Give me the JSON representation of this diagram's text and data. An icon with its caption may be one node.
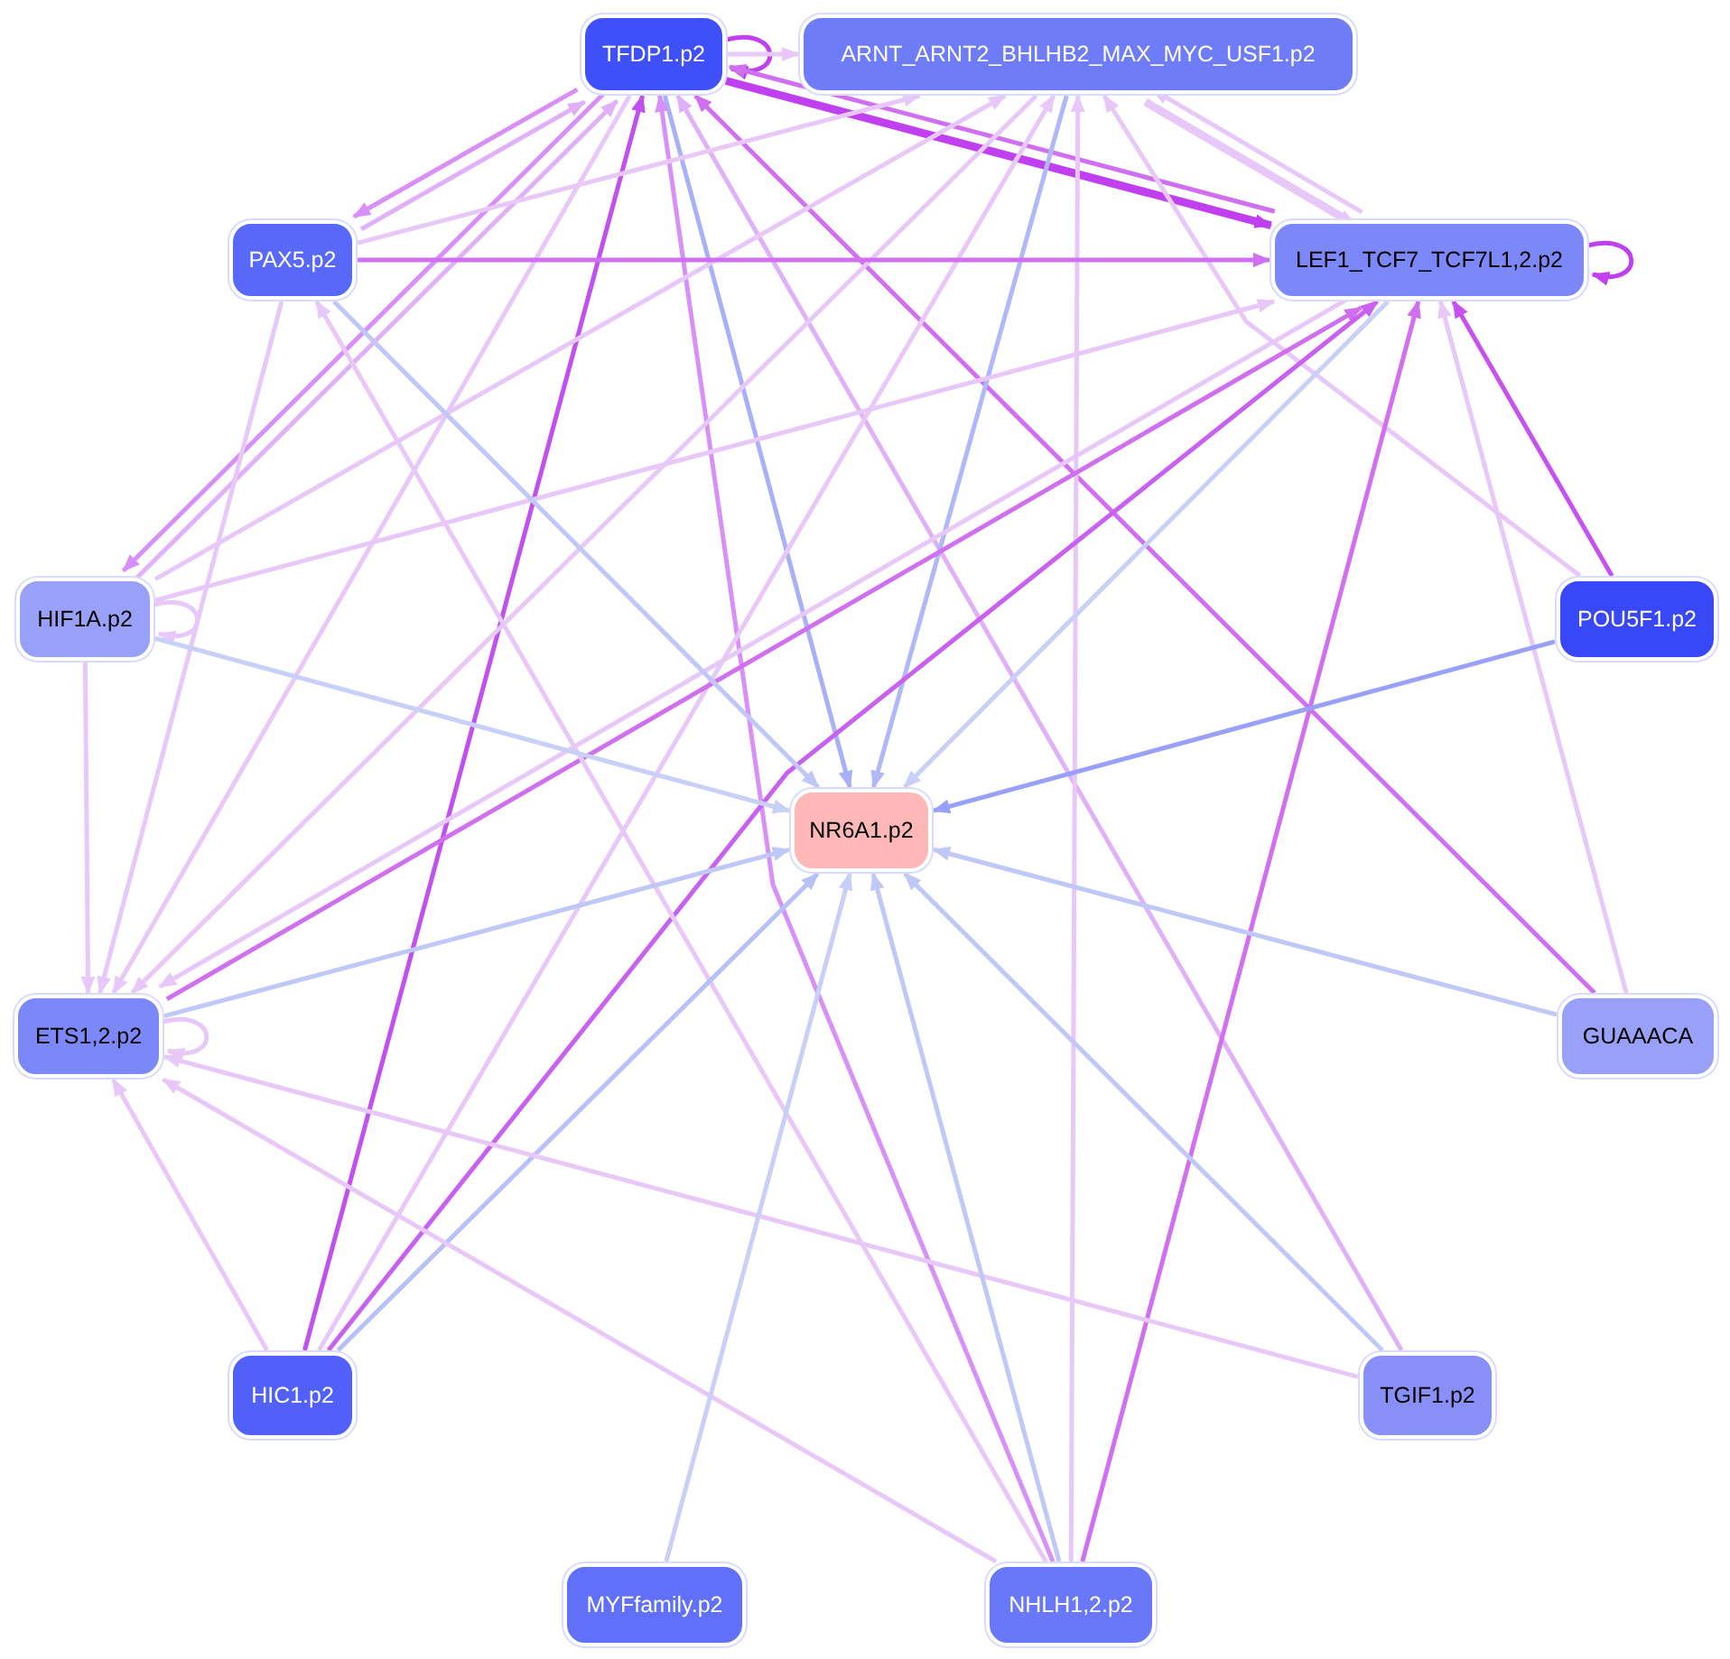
{
  "diagram": {
    "nodes": [
      {
        "text": [
          "TFDP1.p2"
        ]
      },
      {
        "text": [
          "ARNT_ARNT2_BHLHB2_MAX_MYC_USF1.p2"
        ]
      },
      {
        "text": [
          "PAX5.p2"
        ]
      },
      {
        "text": [
          "LEF1_TCF7_TCF7L1,2.p2"
        ]
      },
      {
        "text": [
          "HIF1A.p2"
        ]
      },
      {
        "text": [
          "POU5F1.p2"
        ]
      },
      {
        "text": [
          "NR6A1.p2"
        ]
      },
      {
        "text": [
          "ETS1,2.p2"
        ]
      },
      {
        "text": [
          "GUAAACA"
        ]
      },
      {
        "text": [
          "HIC1.p2"
        ]
      },
      {
        "text": [
          "TGIF1.p2"
        ]
      },
      {
        "text": [
          "MYFfamily.p2"
        ]
      },
      {
        "text": [
          "NHLH1,2.p2"
        ]
      }
    ],
    "edges": [
      {
        "from": 0,
        "to": 0,
        "arrow": "to",
        "color": "#c040f0"
      },
      {
        "from": 0,
        "to": 1,
        "arrow": "to"
      },
      {
        "from": 0,
        "to": 3,
        "arrow": "to",
        "style": "thick",
        "color": "#c040f0"
      },
      {
        "from": 3,
        "to": 0,
        "arrow": "to",
        "color": "#d070f0"
      },
      {
        "from": 0,
        "to": 6,
        "arrow": "to",
        "color": "#a8b0f8"
      },
      {
        "from": 0,
        "to": 2,
        "arrow": "to",
        "color": "#d890f8"
      },
      {
        "from": 2,
        "to": 0,
        "arrow": "to",
        "color": "#e0b0f8"
      },
      {
        "from": 0,
        "to": 4,
        "arrow": "to",
        "color": "#d890f8"
      },
      {
        "from": 4,
        "to": 0,
        "arrow": "to",
        "color": "#e0b0f8"
      },
      {
        "from": 0,
        "to": 7,
        "arrow": "to"
      },
      {
        "from": 9,
        "to": 0,
        "arrow": "to",
        "color": "#c050f0"
      },
      {
        "from": 12,
        "to": 0,
        "arrow": "to",
        "color": "#d890f8"
      },
      {
        "from": 8,
        "to": 0,
        "arrow": "to",
        "color": "#d070f0"
      },
      {
        "from": 10,
        "to": 0,
        "arrow": "to",
        "color": "#e0b0f8"
      },
      {
        "from": 1,
        "to": 3,
        "arrow": "to",
        "style": "thick"
      },
      {
        "from": 3,
        "to": 1,
        "arrow": "to"
      },
      {
        "from": 1,
        "to": 6,
        "arrow": "to",
        "color": "#b0b8f8"
      },
      {
        "from": 1,
        "to": 7,
        "arrow": "to"
      },
      {
        "from": 2,
        "to": 1,
        "arrow": "to"
      },
      {
        "from": 4,
        "to": 1,
        "arrow": "to"
      },
      {
        "from": 9,
        "to": 1,
        "arrow": "to"
      },
      {
        "from": 12,
        "to": 1,
        "arrow": "to"
      },
      {
        "from": 5,
        "to": 1,
        "arrow": "to"
      },
      {
        "from": 3,
        "to": 3,
        "arrow": "to",
        "color": "#c040f0"
      },
      {
        "from": 2,
        "to": 3,
        "arrow": "to",
        "color": "#d070f0"
      },
      {
        "from": 4,
        "to": 3,
        "arrow": "to"
      },
      {
        "from": 7,
        "to": 3,
        "arrow": "to",
        "color": "#d070f0"
      },
      {
        "from": 9,
        "to": 3,
        "arrow": "to",
        "color": "#c860f0"
      },
      {
        "from": 12,
        "to": 3,
        "arrow": "to",
        "color": "#d070f0"
      },
      {
        "from": 5,
        "to": 3,
        "arrow": "to",
        "color": "#c850f0"
      },
      {
        "from": 8,
        "to": 3,
        "arrow": "to"
      },
      {
        "from": 3,
        "to": 6,
        "arrow": "to",
        "color": "#c8d0f8"
      },
      {
        "from": 3,
        "to": 7,
        "arrow": "to"
      },
      {
        "from": 2,
        "to": 6,
        "arrow": "to",
        "color": "#c0c8f8"
      },
      {
        "from": 2,
        "to": 7,
        "arrow": "to"
      },
      {
        "from": 12,
        "to": 2,
        "arrow": "to"
      },
      {
        "from": 4,
        "to": 4,
        "arrow": "to"
      },
      {
        "from": 4,
        "to": 7,
        "arrow": "to"
      },
      {
        "from": 4,
        "to": 6,
        "arrow": "to",
        "color": "#c8d0f8"
      },
      {
        "from": 7,
        "to": 7,
        "arrow": "to"
      },
      {
        "from": 7,
        "to": 6,
        "arrow": "to",
        "color": "#c0c8f8"
      },
      {
        "from": 9,
        "to": 7,
        "arrow": "to"
      },
      {
        "from": 9,
        "to": 6,
        "arrow": "to",
        "color": "#b8c0f8"
      },
      {
        "from": 10,
        "to": 7,
        "arrow": "to"
      },
      {
        "from": 12,
        "to": 7,
        "arrow": "to"
      },
      {
        "from": 10,
        "to": 6,
        "arrow": "to",
        "color": "#c0c8f8"
      },
      {
        "from": 5,
        "to": 6,
        "arrow": "to",
        "color": "#98a0f8"
      },
      {
        "from": 8,
        "to": 6,
        "arrow": "to",
        "color": "#c0c8f8"
      },
      {
        "from": 11,
        "to": 6,
        "arrow": "to",
        "color": "#c8d0f8"
      },
      {
        "from": 12,
        "to": 6,
        "arrow": "to",
        "color": "#c0c8f8"
      }
    ]
  }
}
